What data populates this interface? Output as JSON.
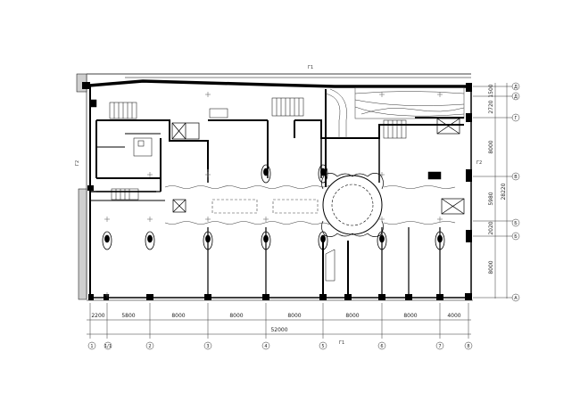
{
  "drawing": {
    "bottom_dimensions": [
      "2200",
      "5800",
      "8000",
      "8000",
      "8000",
      "8000",
      "8000",
      "4000"
    ],
    "overall_width": "52000",
    "right_dimensions": [
      "1500",
      "2720",
      "8000",
      "5980",
      "2020",
      "8000"
    ],
    "overall_height": "28220",
    "axis_columns": [
      "1",
      "1/1",
      "2",
      "3",
      "4",
      "5",
      "6",
      "7",
      "8"
    ],
    "axis_rows": [
      "Д",
      "Д",
      "Г",
      "В",
      "Б",
      "Б",
      "А"
    ],
    "section_marks": [
      "Г1",
      "Г1",
      "Г2",
      "Г2"
    ]
  }
}
